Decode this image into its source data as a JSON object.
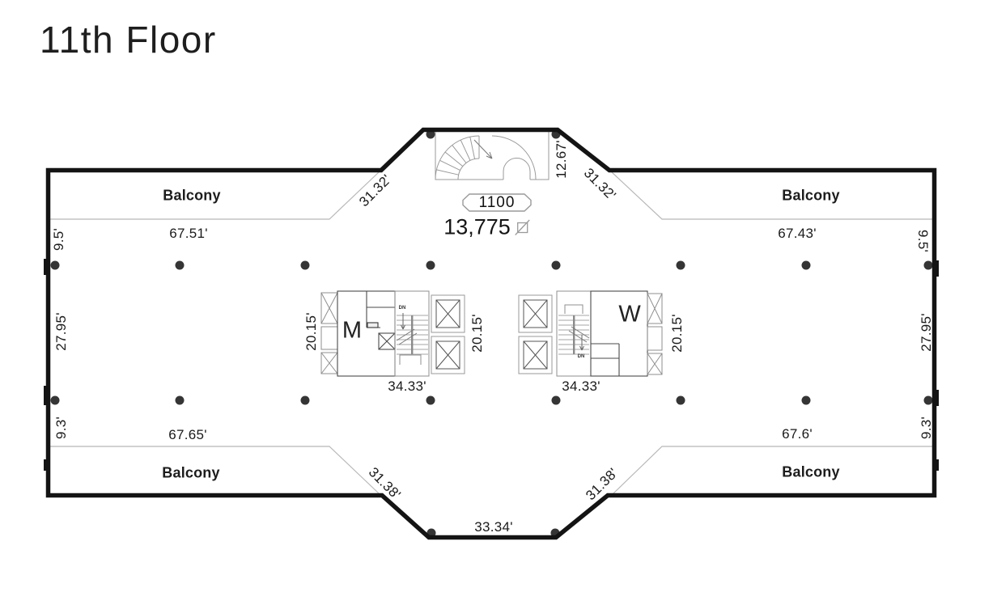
{
  "page": {
    "title": "11th Floor"
  },
  "plan": {
    "suite": {
      "number": "1100",
      "area_sqft": "13,775"
    },
    "rooms": {
      "mens_label": "M",
      "womens_label": "W"
    },
    "stairs": {
      "down_label": "DN"
    },
    "balconies": {
      "top_left": "Balcony",
      "top_right": "Balcony",
      "bottom_left": "Balcony",
      "bottom_right": "Balcony"
    },
    "dimensions": {
      "top_left_width": "67.51'",
      "top_right_width": "67.43'",
      "bottom_left_width": "67.65'",
      "bottom_right_width": "67.6'",
      "balcony_depth_top_left": "9.5'",
      "balcony_depth_top_right": "9.5'",
      "balcony_depth_bottom_left": "9.3'",
      "balcony_depth_bottom_right": "9.3'",
      "side_left": "27.95'",
      "side_right": "27.95'",
      "angle_top_left": "31.32'",
      "angle_top_right": "31.32'",
      "angle_bottom_left": "31.38'",
      "angle_bottom_right": "31.38'",
      "top_stub": "12.67'",
      "bottom_width": "33.34'",
      "core_left_depth_west": "20.15'",
      "core_left_depth_east": "20.15'",
      "core_right_depth_east": "20.15'",
      "core_left_width": "34.33'",
      "core_right_width": "34.33'"
    },
    "colors": {
      "wall": "#141414",
      "core_line": "#4a4a4a",
      "light_line": "#9a9a9a",
      "balcony_line": "#b8b8b8",
      "column_dot": "#353535",
      "text": "#1a1a1a"
    }
  }
}
